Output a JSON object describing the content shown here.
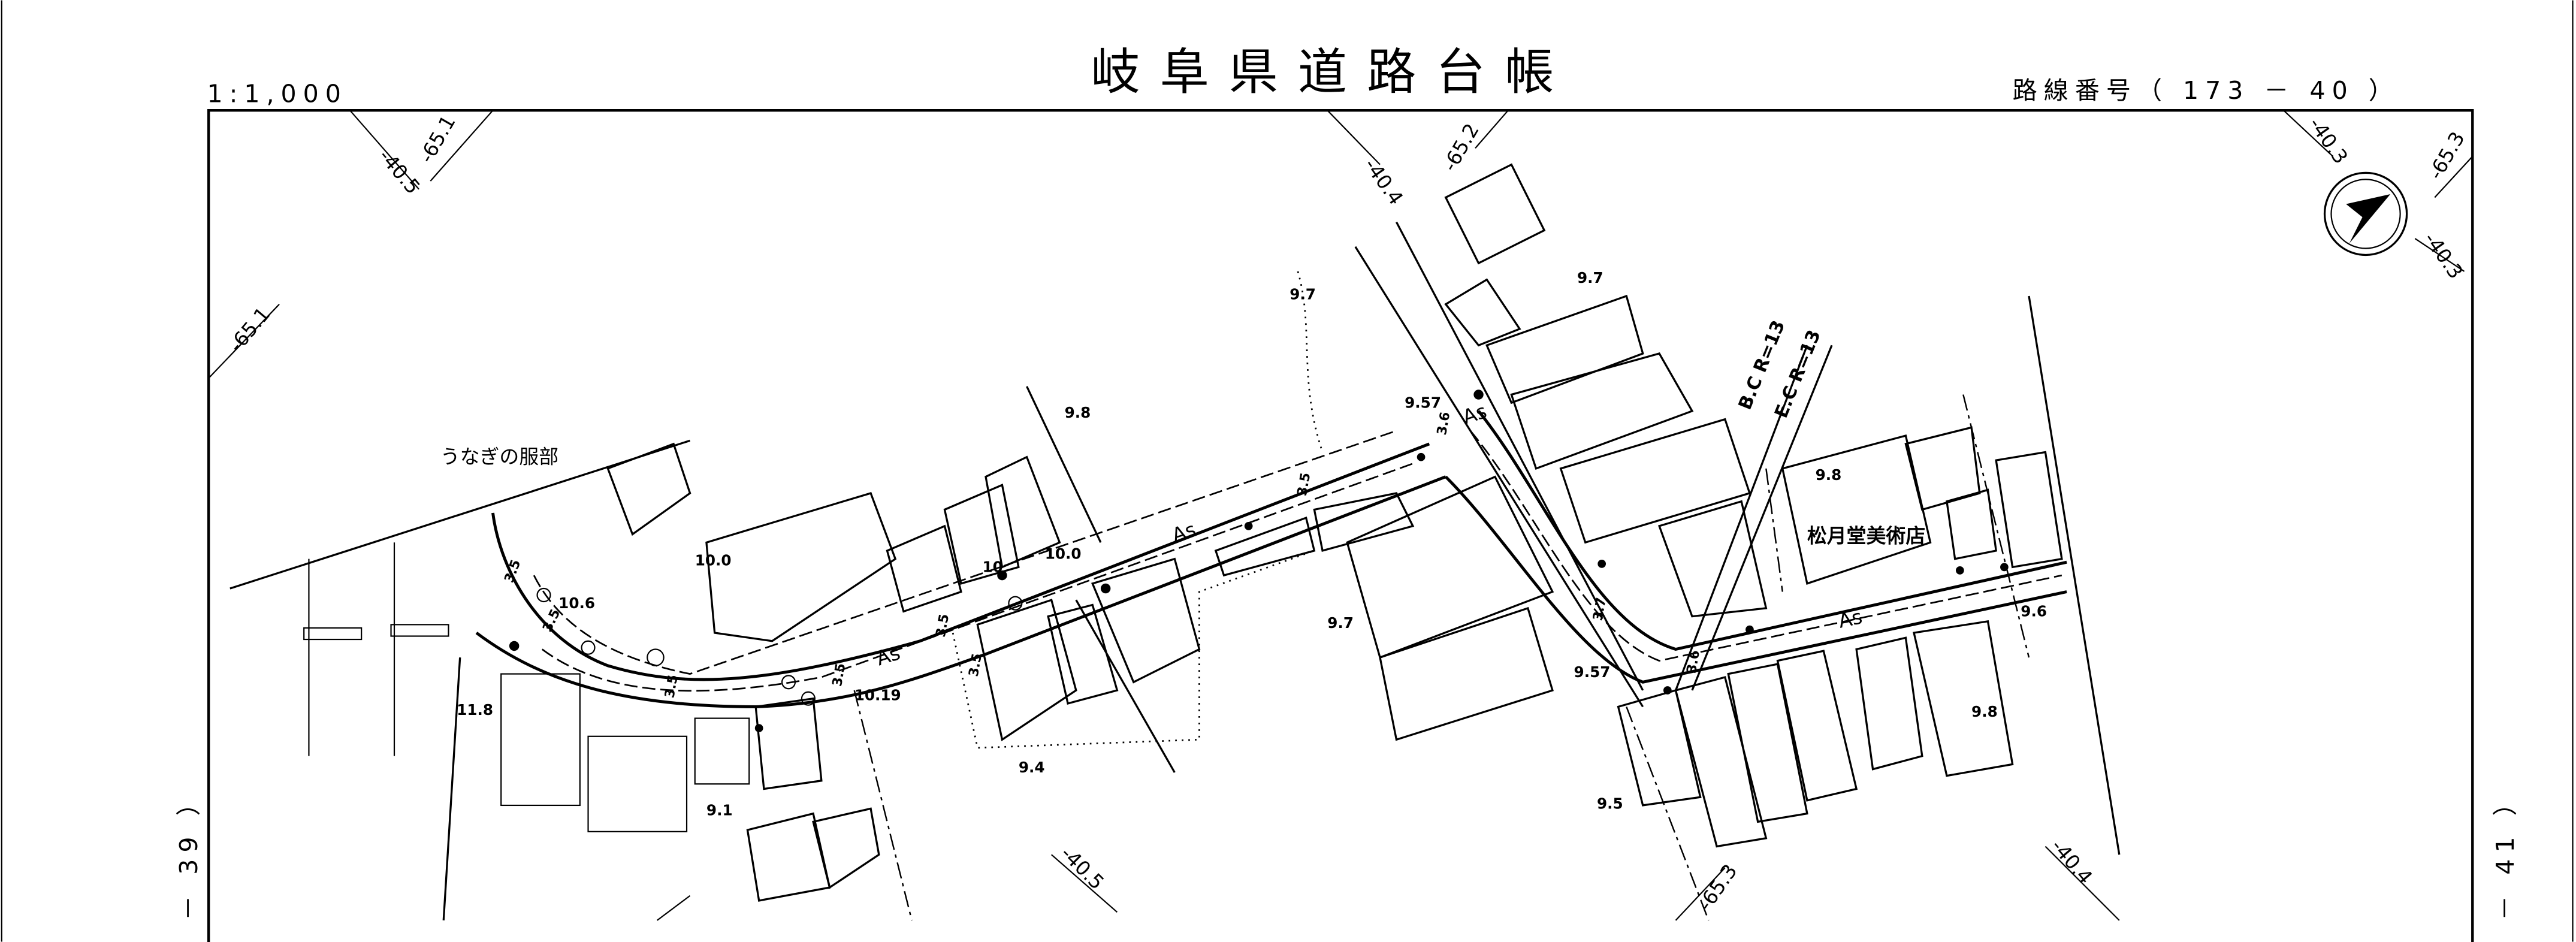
{
  "header": {
    "scale": "1:1,000",
    "title": "岐阜県道路台帳",
    "route_number": "路線番号（ 173 － 40 ）"
  },
  "sheet_refs": {
    "left": "－ 39 ）",
    "right": "－ 41 ）"
  },
  "grid_labels": [
    "-40.5",
    "-65.1",
    "-65.1",
    "-40.4",
    "-65.2",
    "-40.3",
    "-65.3",
    "-40.3",
    "-40.5",
    "-65.3",
    "-40.4"
  ],
  "place_names": [
    "うなぎの服部",
    "松月堂美術店"
  ],
  "curve_labels": [
    "B.C R=13",
    "E.C R=13"
  ],
  "pavement_labels": [
    "As",
    "As",
    "As",
    "As"
  ],
  "elevations": [
    "9.7",
    "9.7",
    "9.8",
    "9.57",
    "10.0",
    "10.0",
    "10.6",
    "10",
    "10.19",
    "11.8",
    "9.1",
    "9.4",
    "9.7",
    "9.57",
    "9.8",
    "9.6",
    "9.8",
    "9.5"
  ],
  "widths": [
    "3.5",
    "3.5",
    "3.5",
    "3.5",
    "3.5",
    "3.5",
    "3.5",
    "3.6",
    "3.7",
    "3.6"
  ],
  "north_arrow": "north-arrow",
  "colors": {
    "ink": "#000000",
    "paper": "#ffffff"
  }
}
